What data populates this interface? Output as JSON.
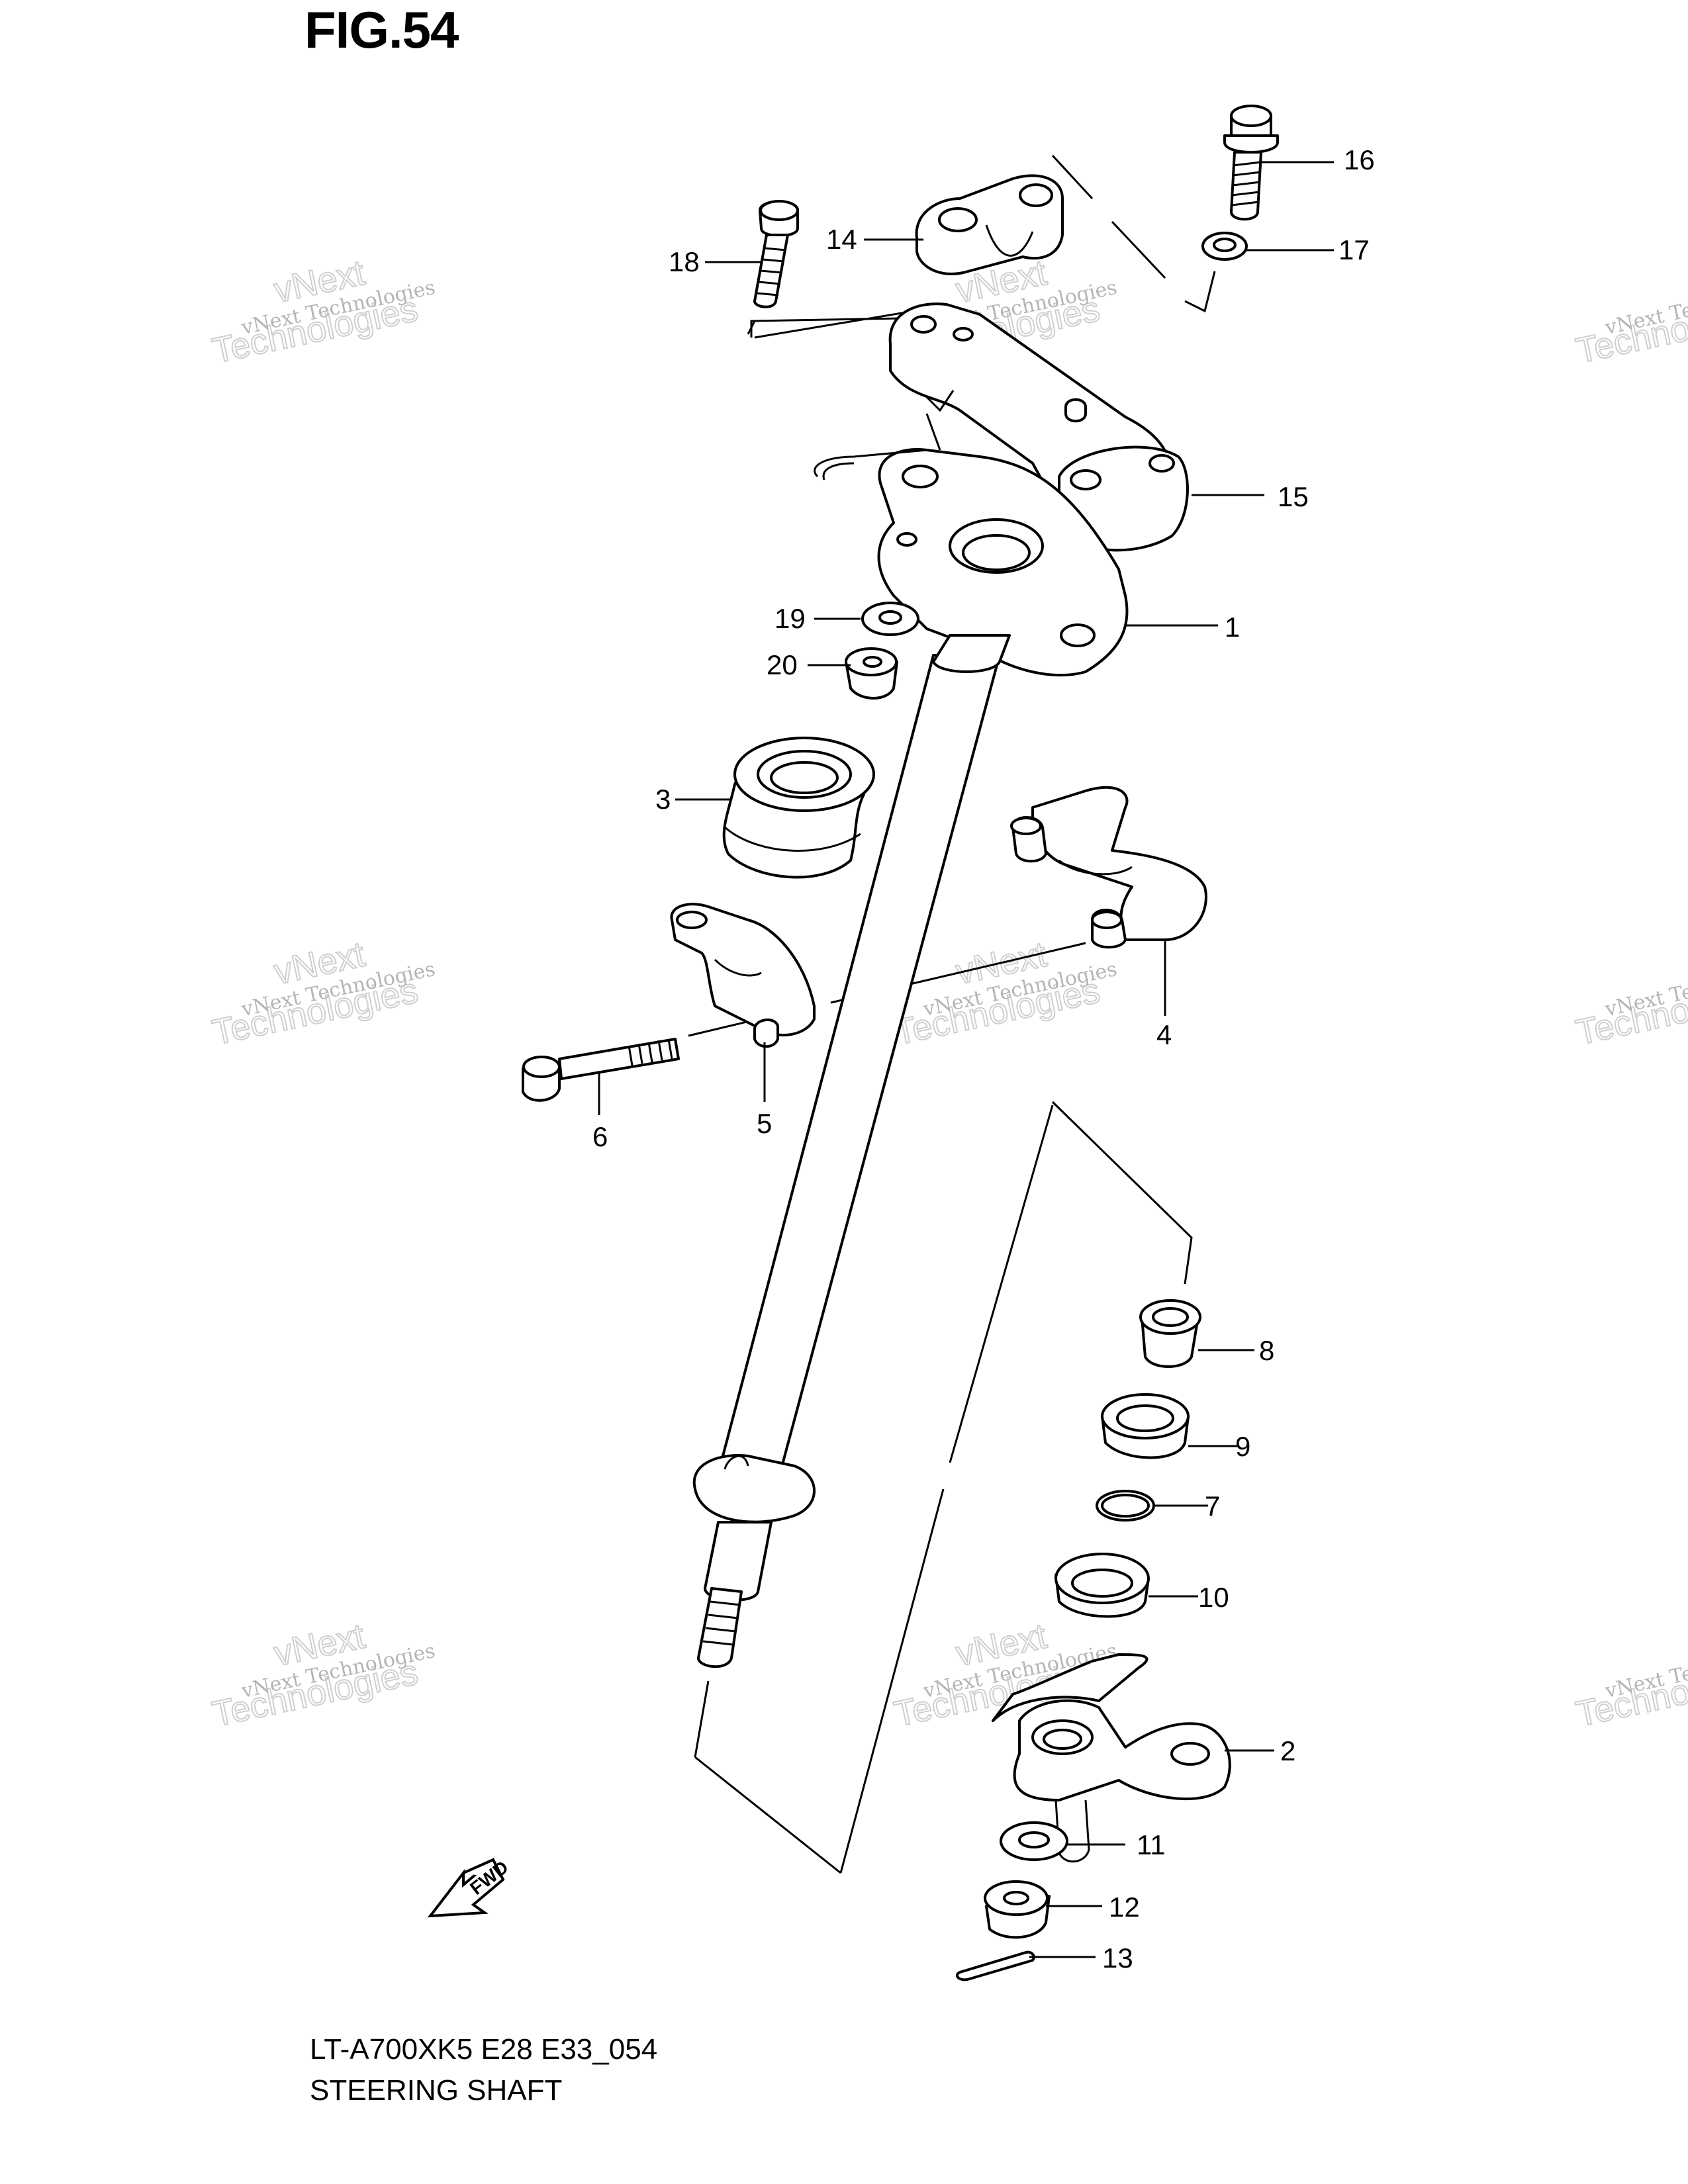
{
  "figure": {
    "title": "FIG.54",
    "code": "LT-A700XK5 E28 E33_054",
    "caption": "STEERING SHAFT"
  },
  "callouts": [
    "1",
    "2",
    "3",
    "4",
    "5",
    "6",
    "7",
    "8",
    "9",
    "10",
    "11",
    "12",
    "13",
    "14",
    "15",
    "16",
    "17",
    "18",
    "19",
    "20"
  ],
  "watermark": {
    "line1": "vNext Technologies",
    "line2": "Technologies",
    "line2_overlay": "vNext"
  },
  "fwd_label": "FWD"
}
